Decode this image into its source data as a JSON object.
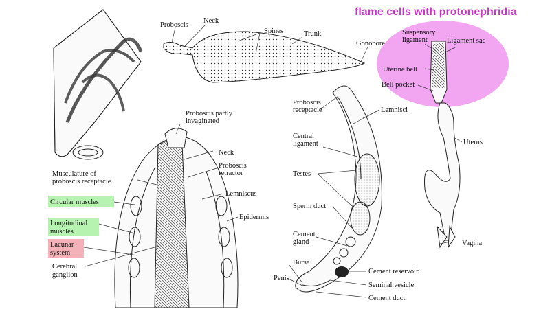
{
  "title": "flame cells with protonephridia",
  "colors": {
    "title": "#cc33cc",
    "highlight_pink": "#f2a6f2",
    "highlight_green": "#b6f2b0",
    "highlight_red": "#f4b2b8"
  },
  "labels": {
    "proboscis": "Proboscis",
    "neck_top": "Neck",
    "spines": "Spines",
    "trunk": "Trunk",
    "gonopore": "Gonopore",
    "suspensory_1": "Suspensory",
    "suspensory_2": "ligament",
    "ligament_sac": "Ligament sac",
    "uterine_bell": "Uterine bell",
    "bell_pocket": "Bell pocket",
    "uterus": "Uterus",
    "vagina": "Vagina",
    "prob_receptacle_1": "Proboscis",
    "prob_receptacle_2": "receptacle",
    "lemnisci": "Lemnisci",
    "central_lig_1": "Central",
    "central_lig_2": "ligament",
    "testes": "Testes",
    "sperm_duct": "Sperm duct",
    "cement_gland_1": "Cement",
    "cement_gland_2": "gland",
    "bursa": "Bursa",
    "penis": "Penis",
    "cement_reservoir": "Cement reservoir",
    "seminal_vesicle": "Seminal vesicle",
    "cement_duct": "Cement duct",
    "partly_inv_1": "Proboscis partly",
    "partly_inv_2": "invaginated",
    "neck_mid": "Neck",
    "prob_retractor_1": "Proboscis",
    "prob_retractor_2": "retractor",
    "musc_receptacle_1": "Musculature of",
    "musc_receptacle_2": "proboscis receptacle",
    "lemniscus": "Lemniscus",
    "epidermis": "Epidermis",
    "circular": "Circular muscles",
    "longitudinal_1": "Longitudinal",
    "longitudinal_2": "muscles",
    "lacunar_1": "Lacunar",
    "lacunar_2": "system",
    "cerebral_1": "Cerebral",
    "cerebral_2": "ganglion"
  }
}
